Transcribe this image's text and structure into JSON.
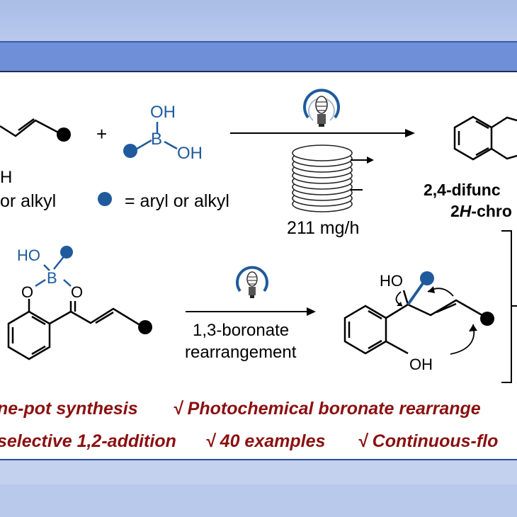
{
  "top_reaction": {
    "reactant_fragment_label": "H",
    "r1_definition": "or alkyl",
    "plus": "+",
    "boronic_acid_atoms": {
      "oh_top": "OH",
      "boron": "B",
      "oh_right": "OH"
    },
    "r2_definition": "= aryl or alkyl",
    "throughput": "211 mg/h",
    "product_name_line1": "2,4-difunc",
    "product_name_line2_prefix": "2",
    "product_name_line2_italic": "H",
    "product_name_line2_suffix": "-chro"
  },
  "mechanism": {
    "boronate_atoms": {
      "ho": "HO",
      "boron": "B",
      "o_left": "O",
      "o_right": "O"
    },
    "arrow_label_line1": "1,3-boronate",
    "arrow_label_line2": "rearrangement",
    "intermediate_atoms": {
      "ho": "HO",
      "oh": "OH"
    }
  },
  "benefits": {
    "row1": [
      "ne-pot  synthesis",
      "√ Photochemical boronate rearrange"
    ],
    "row2": [
      "selective 1,2-addition",
      "√ 40 examples",
      "√ Continuous-flo"
    ]
  },
  "colors": {
    "accent_blue": "#1f5b9c",
    "benefit_red": "#8b1010",
    "band_blue": "#6f8fd8"
  }
}
